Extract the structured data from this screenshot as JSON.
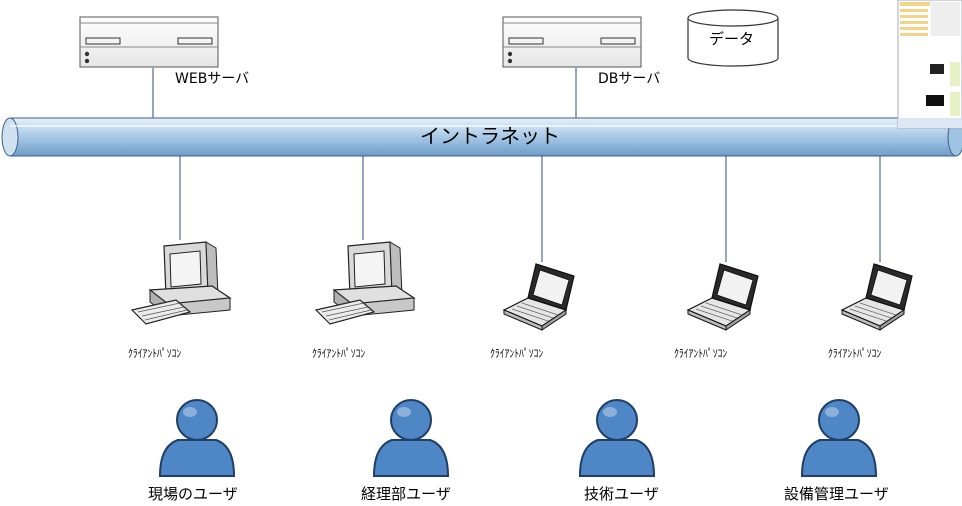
{
  "servers": {
    "web_label": "WEBサーバ",
    "db_label": "DBサーバ"
  },
  "database": {
    "label": "データ"
  },
  "network": {
    "label": "イントラネット"
  },
  "clients": [
    {
      "label": "ｸﾗｲｱﾝﾄﾊﾟｿｺﾝ",
      "type": "desktop"
    },
    {
      "label": "ｸﾗｲｱﾝﾄﾊﾟｿｺﾝ",
      "type": "desktop"
    },
    {
      "label": "ｸﾗｲｱﾝﾄﾊﾟｿｺﾝ",
      "type": "laptop"
    },
    {
      "label": "ｸﾗｲｱﾝﾄﾊﾟｿｺﾝ",
      "type": "laptop"
    },
    {
      "label": "ｸﾗｲｱﾝﾄﾊﾟｿｺﾝ",
      "type": "laptop"
    }
  ],
  "users": [
    {
      "label": "現場のユーザ"
    },
    {
      "label": "経理部ユーザ"
    },
    {
      "label": "技術ユーザ"
    },
    {
      "label": "設備管理ユーザ"
    }
  ],
  "colors": {
    "user_fill": "#4f86c6",
    "user_dark": "#1f3f66",
    "network_fill": "#9ec4e2",
    "line": "#2e4a7a"
  }
}
